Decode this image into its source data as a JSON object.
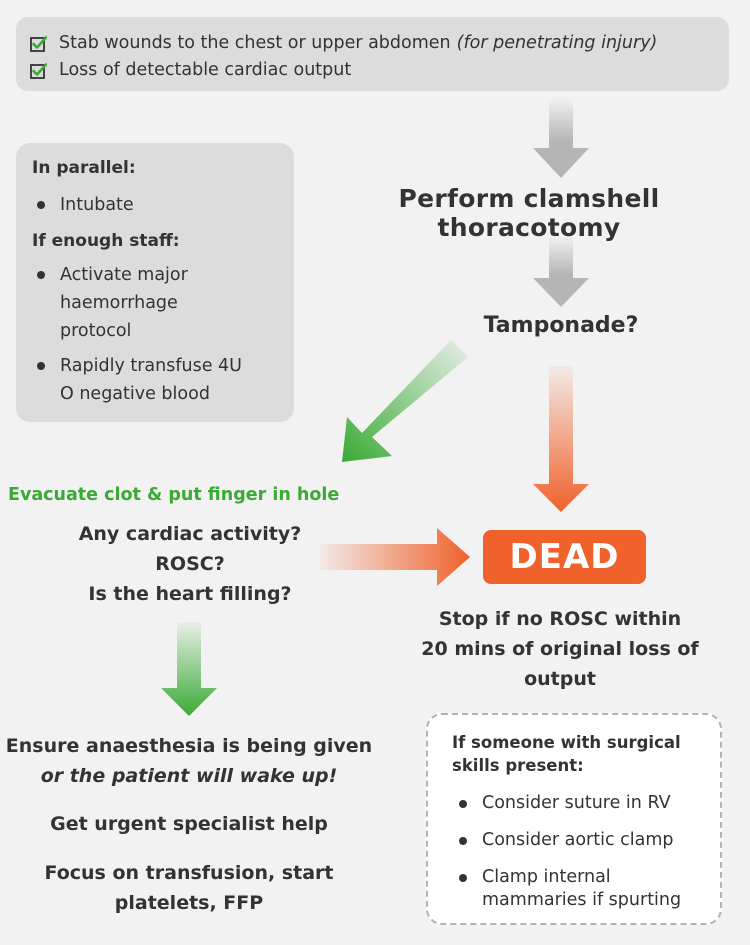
{
  "criteria": {
    "items": [
      {
        "text": "Stab wounds to the chest or upper abdomen",
        "note": "(for penetrating injury)"
      },
      {
        "text": "Loss of detectable cardiac output",
        "note": ""
      }
    ]
  },
  "parallel": {
    "heading1": "In parallel:",
    "items1": [
      "Intubate"
    ],
    "heading2": "If enough staff:",
    "items2": [
      "Activate major haemorrhage protocol",
      "Rapidly transfuse 4U O negative blood"
    ],
    "items2_lines": [
      [
        "Activate major",
        "haemorrhage",
        "protocol"
      ],
      [
        "Rapidly transfuse 4U",
        "O negative blood"
      ]
    ]
  },
  "flow": {
    "thoracotomy": "Perform clamshell thoracotomy",
    "tamponade": "Tamponade?",
    "evacuate": "Evacuate clot & put finger in hole",
    "questions": [
      "Any cardiac activity?",
      "ROSC?",
      "Is the heart filling?"
    ],
    "dead": "DEAD",
    "stop_lines": [
      "Stop if no ROSC within",
      "20 mins of original loss of",
      "output"
    ],
    "ensure1": "Ensure anaesthesia is being given",
    "ensure2": "or the patient will wake up!",
    "help": "Get urgent specialist help",
    "transfusion_lines": [
      "Focus on transfusion, start",
      "platelets, FFP"
    ]
  },
  "surgical": {
    "heading_lines": [
      "If someone with surgical",
      "skills present:"
    ],
    "items": [
      "Consider suture in RV",
      "Consider aortic clamp",
      "Clamp internal mammaries if spurting"
    ],
    "item3_lines": [
      "Clamp internal",
      "mammaries if spurting"
    ]
  },
  "colors": {
    "green": "#3aaa35",
    "orange": "#f0612b",
    "grey_arrow": "#b5b5b5",
    "box_grey": "#dcdcdc"
  }
}
